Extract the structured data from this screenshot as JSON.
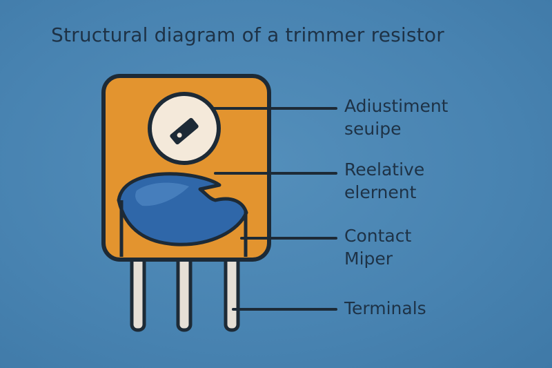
{
  "title": "Structural diagram of a trimmer resistor",
  "labels": [
    {
      "id": "adjustment-screw",
      "line1": "Adiustiment",
      "line2": "seuipe"
    },
    {
      "id": "resistive-element",
      "line1": "Reelative",
      "line2": "elernent"
    },
    {
      "id": "contact-wiper",
      "line1": "Contact",
      "line2": "Miper"
    },
    {
      "id": "terminals",
      "line1": "Terminals",
      "line2": ""
    }
  ],
  "colors": {
    "background": "#4a87b4",
    "body": "#e3942f",
    "outline": "#1d2a36",
    "screw_face": "#f4e9da",
    "element": "#2f67a9",
    "element_highlight": "#4f86c3",
    "terminal": "#e6dfd6",
    "text": "#1e3246"
  }
}
